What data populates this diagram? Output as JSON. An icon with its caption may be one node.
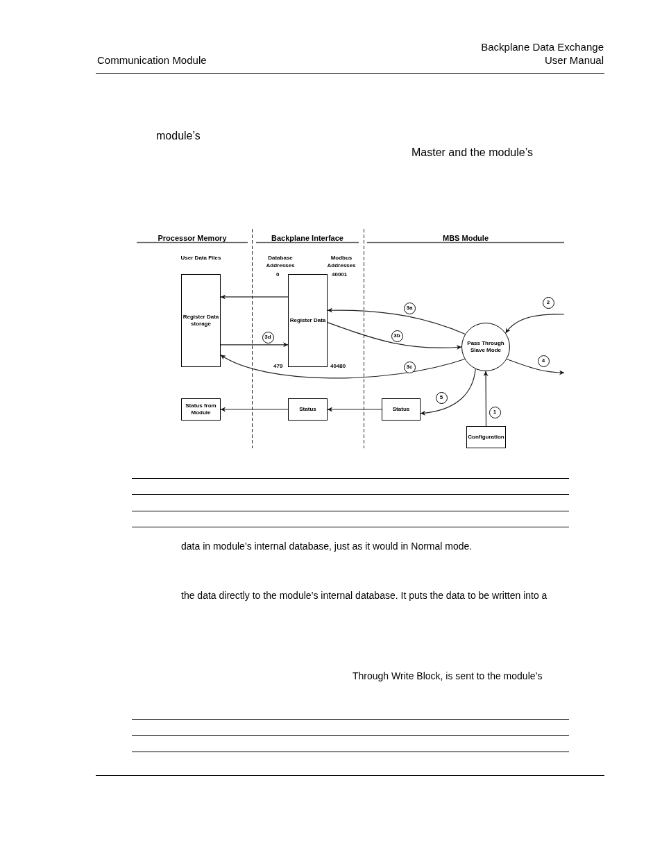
{
  "diagram": {
    "nodes": [
      {
        "text": [
          "User Data Files",
          "Register Data storage"
        ]
      },
      {
        "text": [
          "Register Data"
        ],
        "beside": [
          "0",
          "40001",
          "479",
          "40480"
        ]
      },
      {
        "text": [
          "Pass Through Slave Mode"
        ]
      },
      {
        "text": [
          "Status from Module"
        ]
      },
      {
        "text": [
          "Status"
        ]
      },
      {
        "text": [
          "Status"
        ]
      },
      {
        "text": [
          "Configuration"
        ]
      }
    ],
    "edges": [
      {
        "from": 1,
        "to": 0,
        "arrow": "to"
      },
      {
        "from": 0,
        "to": 1,
        "arrow": "to",
        "label": "3d"
      },
      {
        "from": 2,
        "to": 1,
        "arrow": "to",
        "label": "3a"
      },
      {
        "from": 1,
        "to": 2,
        "arrow": "to",
        "label": "3b"
      },
      {
        "from": 2,
        "to": 0,
        "arrow": "to",
        "label": "3c"
      },
      {
        "from": null,
        "to": 2,
        "arrow": "to",
        "label": "2"
      },
      {
        "from": 2,
        "to": null,
        "arrow": "to",
        "label": "4"
      },
      {
        "from": 2,
        "to": 5,
        "arrow": "to",
        "label": "5"
      },
      {
        "from": 6,
        "to": 2,
        "arrow": "to",
        "label": "1"
      },
      {
        "from": 5,
        "to": 4,
        "arrow": "to"
      },
      {
        "from": 4,
        "to": 3,
        "arrow": "to"
      }
    ],
    "labels": [
      "Backplane Data Exchange",
      "Communication Module",
      "User Manual",
      "module’s",
      "Master and the module’s",
      "Processor Memory",
      "Backplane Interface",
      "MBS Module",
      "Database Addresses",
      "Modbus Addresses",
      "data in module’s internal database, just as it would in Normal mode.",
      "the data directly to the module’s internal database. It puts the data to be written into a",
      "Through Write Block, is sent to the module’s"
    ]
  }
}
